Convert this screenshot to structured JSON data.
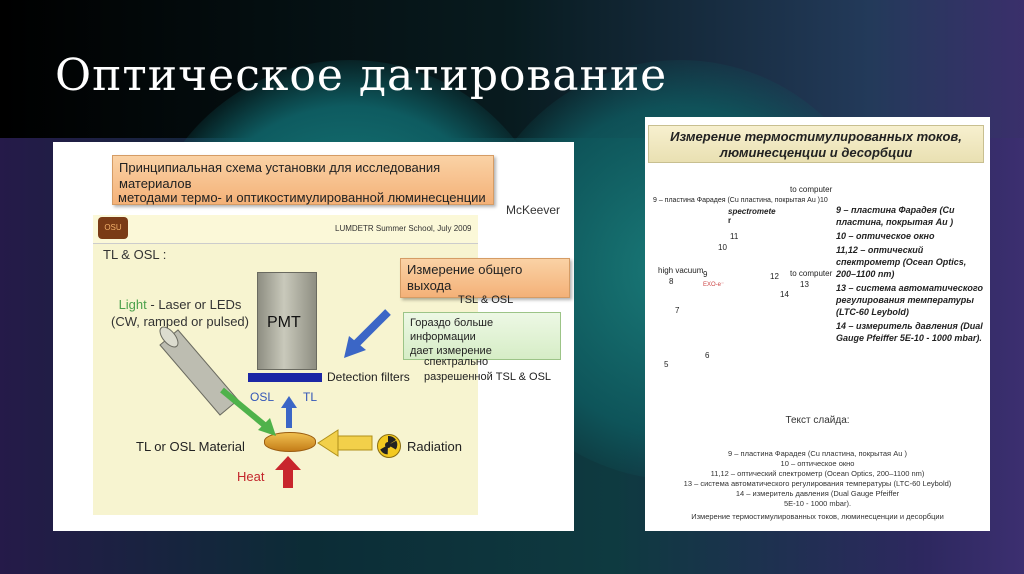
{
  "title": "Оптическое датирование",
  "left_panel": {
    "header_line1": "Принципиальная схема установки для исследования материалов",
    "header_line2": "методами термо- и оптикостимулированной люминесценции",
    "author": "McKeever",
    "school_label": "LUMDETR Summer School, July 2009",
    "logo_text": "OSU",
    "section_label": "TL & OSL :",
    "light_word": "Light",
    "light_rest": " - Laser or LEDs",
    "light_line2": "(CW, ramped or pulsed)",
    "pmt_label": "PMT",
    "detection_label": "Detection filters",
    "osl_label": "OSL",
    "tl_label": "TL",
    "material_label": "TL or OSL Material",
    "heat_label": "Heat",
    "radiation_label": "Radiation",
    "measure_box": "Измерение общего выхода",
    "tsl_label": "TSL & OSL",
    "green_box_line1": "Гораздо больше",
    "green_box_line2": "информации",
    "green_box_line3": "дает измерение",
    "green_box_line4": "спектрально",
    "green_box_line5": "разрешенной TSL & OSL"
  },
  "right_panel": {
    "title": "Измерение термостимулированных токов, люминесценции и десорбции",
    "diagram_labels": {
      "to_computer_1": "to computer",
      "to_computer_2": "to computer",
      "item9_top": "9 – пластина Фарадея (Cu пластина, покрытая Au )10",
      "spectrometer": "spectromete",
      "r": "r",
      "n11": "11",
      "n10": "10",
      "high_vacuum": "high vacuum",
      "n9": "9",
      "n12": "12",
      "n13": "13",
      "n14": "14",
      "n8": "8",
      "n7": "7",
      "n6": "6",
      "n5": "5",
      "exo": "EXO-e⁻"
    },
    "legend": [
      "9 – пластина Фарадея (Cu пластина, покрытая Au )",
      "10 – оптическое окно",
      "11,12 – оптический спектрометр (Ocean Optics, 200–1100 nm)",
      "13 – система автоматического регулирования температуры (LTC-60 Leybold)",
      "14 – измеритель давления (Dual Gauge Pfeiffer 5E-10 - 1000 mbar)."
    ],
    "slide_text_title": "Текст слайда:",
    "slide_text_lines": [
      "9 – пластина Фарадея (Cu пластина, покрытая Au )",
      "10 – оптическое окно",
      "11,12 – оптический спектрометр (Ocean Optics, 200–1100 nm)",
      "13 – система автоматического регулирования температуры (LTC-60 Leybold)",
      "14 – измеритель давления (Dual Gauge Pfeiffer",
      "5E-10 - 1000 mbar)."
    ],
    "bottom_line": "Измерение термостимулированных токов, люминесценции и десорбции"
  }
}
